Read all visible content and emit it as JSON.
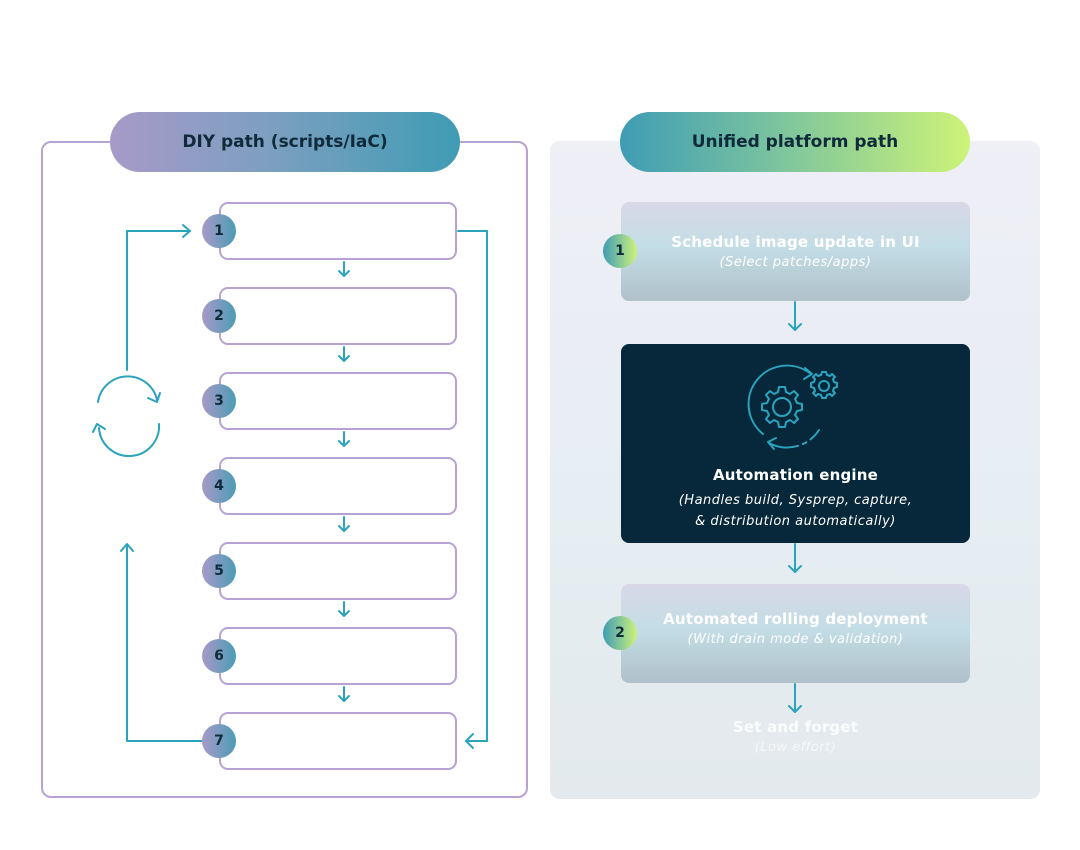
{
  "diy": {
    "title": "DIY path (scripts/IaC)",
    "steps": [
      {
        "number": "1"
      },
      {
        "number": "2"
      },
      {
        "number": "3"
      },
      {
        "number": "4"
      },
      {
        "number": "5"
      },
      {
        "number": "6"
      },
      {
        "number": "7"
      }
    ],
    "loop_icon": "refresh-cycle-icon"
  },
  "unified": {
    "title": "Unified platform path",
    "step1": {
      "number": "1",
      "title": "Schedule image update in UI",
      "subtitle": "(Select patches/apps)"
    },
    "engine": {
      "icon": "gears-cycle-icon",
      "title": "Automation engine",
      "subtitle_line1": "(Handles build, Sysprep, capture,",
      "subtitle_line2": "& distribution automatically)"
    },
    "step2": {
      "number": "2",
      "title": "Automated rolling deployment",
      "subtitle": "(With drain mode & validation)"
    },
    "result": {
      "title": "Set and forget",
      "subtitle": "(Low effort)"
    }
  },
  "colors": {
    "accent": "#2ba3bd",
    "panel_border": "#b7a3d3",
    "engine_bg": "#06283a",
    "text_dark": "#0f2a3a"
  }
}
